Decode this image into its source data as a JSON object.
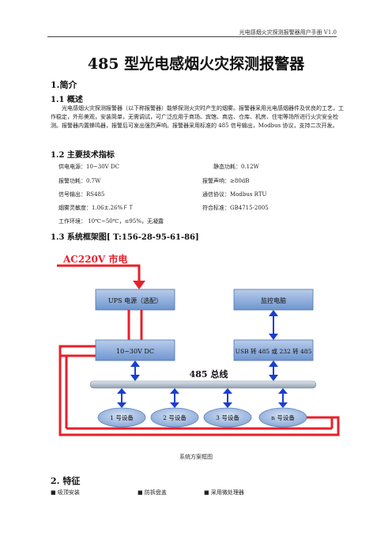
{
  "header": {
    "text": "光电感烟火灾探测报警器用户手册 V1.0"
  },
  "title": "485 型光电感烟火灾探测报警器",
  "sections": {
    "s1": "1.简介",
    "s11": "1.1  概述",
    "overview": "光电感烟火灾探测报警器（以下称报警器）能够探测火灾时产生的烟雾。报警器采用光电感烟器件及优良的工艺，工作稳定，外形美观，安装简单，无需调试，可广泛应用于商场、宾馆、商店、仓库、机房、住宅等场所进行火灾安全检测。报警器内置蜂鸣器，报警后可发出强烈声响。报警器采用标准的 485 信号输出，Modbus 协议，支持二次开发。",
    "s12": "1.2  主要技术指标",
    "s13": "1.3  系统框架图[ T:156-28-95-61-86]",
    "s2": "2. 特征"
  },
  "specs": [
    "供电电源：10~30V DC",
    "静态功耗：0.12W",
    "报警功耗：0.7W",
    "报警声响：≥80dB",
    "信号输出：RS485",
    "通信协议：Modbus RTU",
    "烟雾灵敏度：1.06±.26%ＦＴ",
    "符合标准：GB4715-2005",
    "工作环境： 10℃~50℃，≤95%，无凝露"
  ],
  "diagram": {
    "ac_label": "AC220V 市电",
    "ups_label": "UPS 电源（选配）",
    "monitor_label": "监控电脑",
    "dc_label": "10~30V DC",
    "usb_label": "USB 转 485 或 232 转 485",
    "bus_label": "485 总线",
    "devices": [
      "1 号设备",
      "2 号设备",
      "3 号设备",
      "n 号设备"
    ],
    "colors": {
      "red": "#e8202a",
      "blue": "#1a3ed0",
      "box": "#7fa3d6",
      "bus": "#9aa8b8"
    }
  },
  "caption": "系统方案框图",
  "features": [
    "■  吸顶安装",
    "■  防拆盘盖",
    "■  采用微处理器"
  ]
}
